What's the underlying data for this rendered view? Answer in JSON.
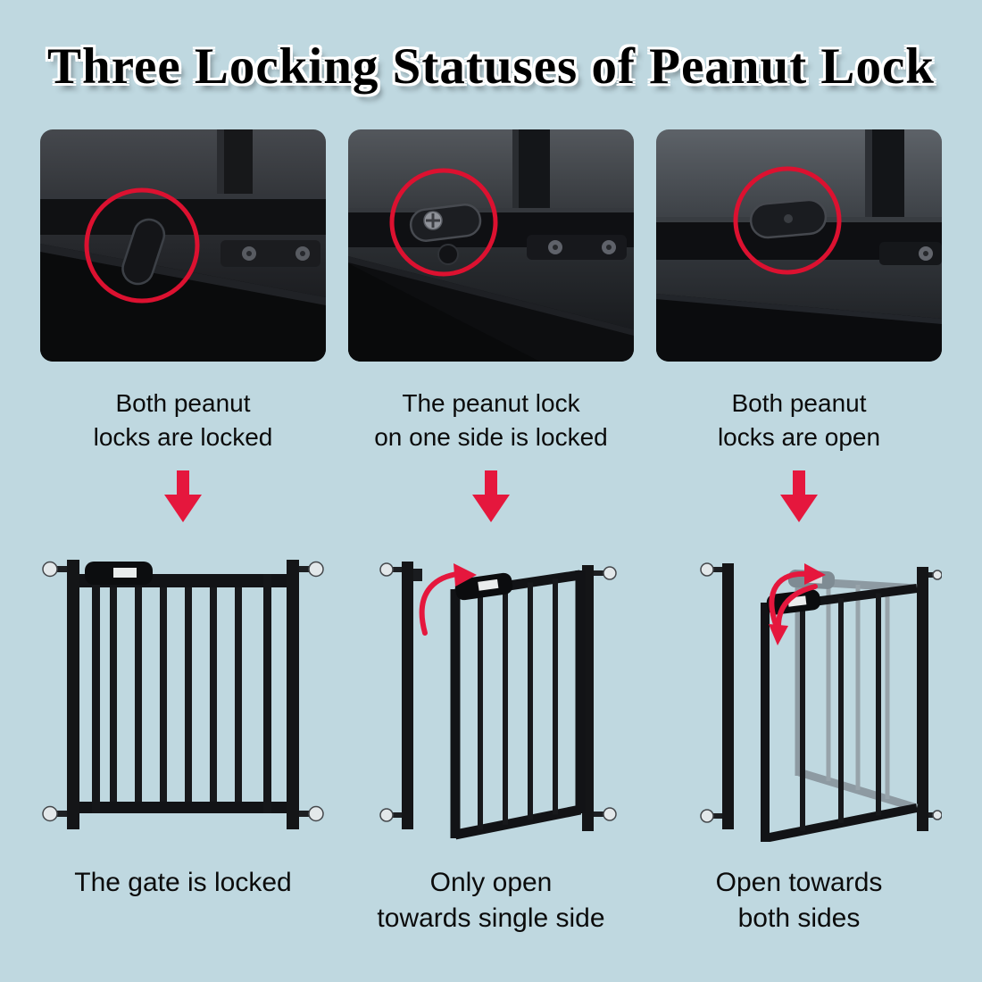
{
  "page": {
    "title": "Three Locking Statuses of Peanut Lock",
    "background_color": "#bfd8e0",
    "accent_red": "#e5173d",
    "highlight_circle_red": "#dc1130"
  },
  "columns": [
    {
      "id": "both-locked",
      "status_caption": {
        "line1": "Both peanut",
        "line2": "locks are locked"
      },
      "result_caption": {
        "line1": "The gate is locked",
        "line2": ""
      }
    },
    {
      "id": "one-side-locked",
      "status_caption": {
        "line1": "The peanut lock",
        "line2": "on one side is locked"
      },
      "result_caption": {
        "line1": "Only open",
        "line2": "towards single side"
      }
    },
    {
      "id": "both-open",
      "status_caption": {
        "line1": "Both peanut",
        "line2": "locks are open"
      },
      "result_caption": {
        "line1": "Open towards",
        "line2": "both sides"
      }
    }
  ],
  "icons": {
    "down_arrow": "down-arrow-icon",
    "highlight_circle": "highlight-circle-icon",
    "open_direction_arrow": "curved-arrow-icon"
  }
}
